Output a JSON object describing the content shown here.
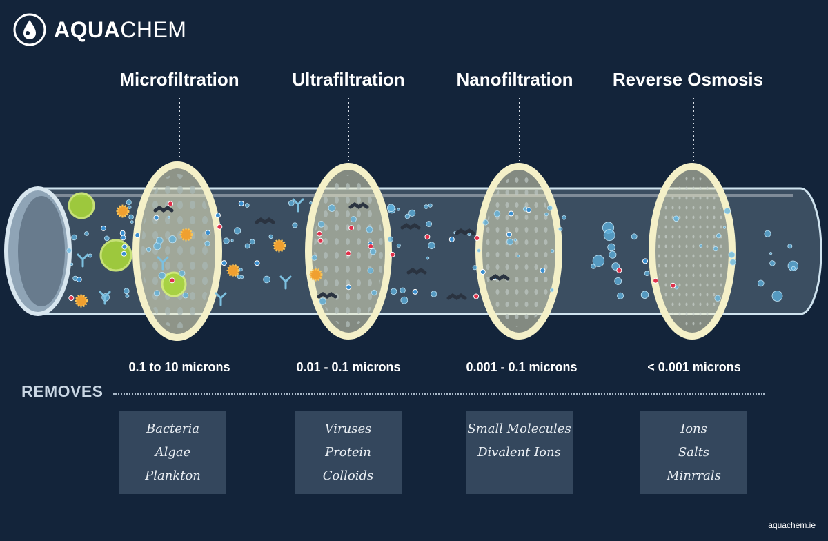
{
  "brand": {
    "name_part1": "AQUA",
    "name_part2": "CHEM"
  },
  "stages": [
    {
      "title": "Microfiltration",
      "range": "0.1 to 10 microns",
      "removes": [
        "Bacteria",
        "Algae",
        "Plankton"
      ]
    },
    {
      "title": "Ultrafiltration",
      "range": "0.01 - 0.1 microns",
      "removes": [
        "Viruses",
        "Protein",
        "Colloids"
      ]
    },
    {
      "title": "Nanofiltration",
      "range": "0.001 - 0.1 microns",
      "removes": [
        "Small Molecules",
        "Divalent Ions"
      ]
    },
    {
      "title": "Reverse Osmosis",
      "range": "< 0.001 microns",
      "removes": [
        "Ions",
        "Salts",
        "Minrrals"
      ]
    }
  ],
  "removes_label": "REMOVES",
  "footer": "aquachem.ie",
  "colors": {
    "background": "#13243a",
    "membrane": "#f4f0c8",
    "tube": "#cfe3ef",
    "bacteria": "#a8d63a",
    "virus": "#f0a030",
    "ion_red": "#e0304a",
    "ion_blue": "#3a8fd0",
    "removes_box": "#34475d"
  }
}
